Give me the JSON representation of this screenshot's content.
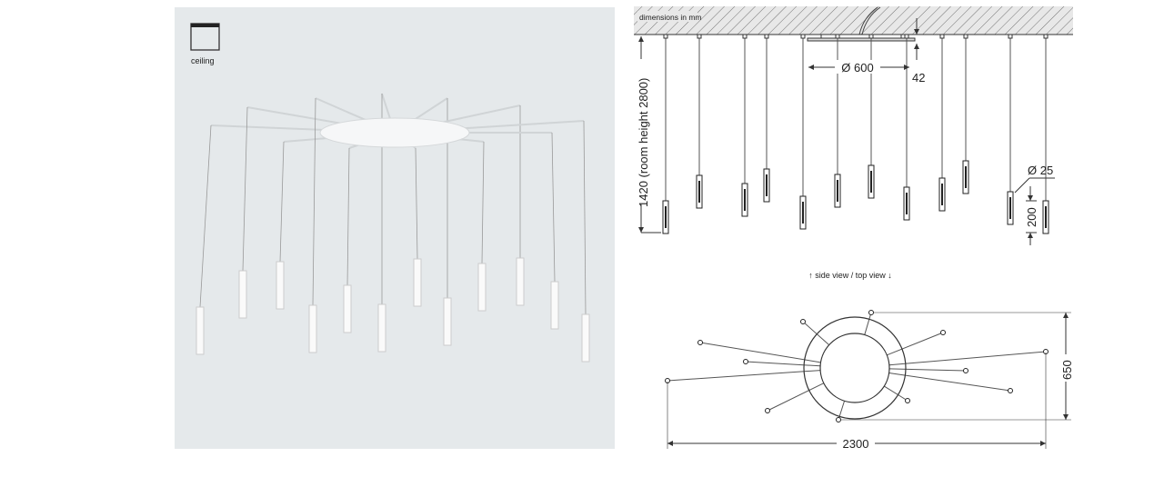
{
  "left_panel": {
    "mount_label": "ceiling"
  },
  "side_view": {
    "note": "dimensions in mm",
    "canopy_diameter": "Ø 600",
    "canopy_height": "42",
    "drop_height": "1420 (room height 2800)",
    "tube_diameter": "Ø 25",
    "tube_length": "200"
  },
  "view_switch": {
    "label": "↑  side view  /  top view  ↓"
  },
  "top_view": {
    "depth": "650",
    "width": "2300"
  },
  "colors": {
    "panel_bg": "#e5e9eb",
    "line": "#333333"
  }
}
